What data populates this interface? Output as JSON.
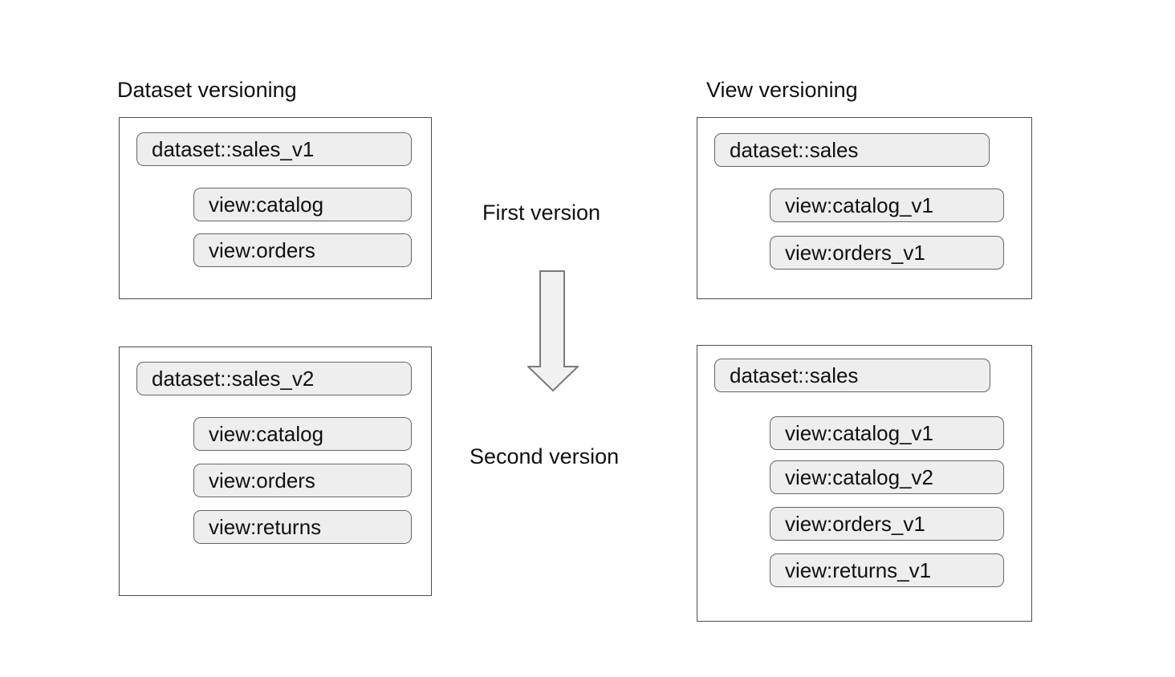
{
  "diagram": {
    "left": {
      "title": "Dataset versioning",
      "boxes": [
        {
          "dataset": "dataset::sales_v1",
          "views": [
            "view:catalog",
            "view:orders"
          ]
        },
        {
          "dataset": "dataset::sales_v2",
          "views": [
            "view:catalog",
            "view:orders",
            "view:returns"
          ]
        }
      ]
    },
    "right": {
      "title": "View versioning",
      "boxes": [
        {
          "dataset": "dataset::sales",
          "views": [
            "view:catalog_v1",
            "view:orders_v1"
          ]
        },
        {
          "dataset": "dataset::sales",
          "views": [
            "view:catalog_v1",
            "view:catalog_v2",
            "view:orders_v1",
            "view:returns_v1"
          ]
        }
      ]
    },
    "center": {
      "first_label": "First version",
      "second_label": "Second version",
      "arrow_icon": "down-arrow-icon"
    },
    "colors": {
      "background": "#ffffff",
      "text": "#111111",
      "box_border": "#4d4d4d",
      "pill_fill": "#eeeeee",
      "pill_border": "#666666",
      "arrow_fill": "#f1f1f1",
      "arrow_stroke": "#7a7a7a"
    }
  }
}
